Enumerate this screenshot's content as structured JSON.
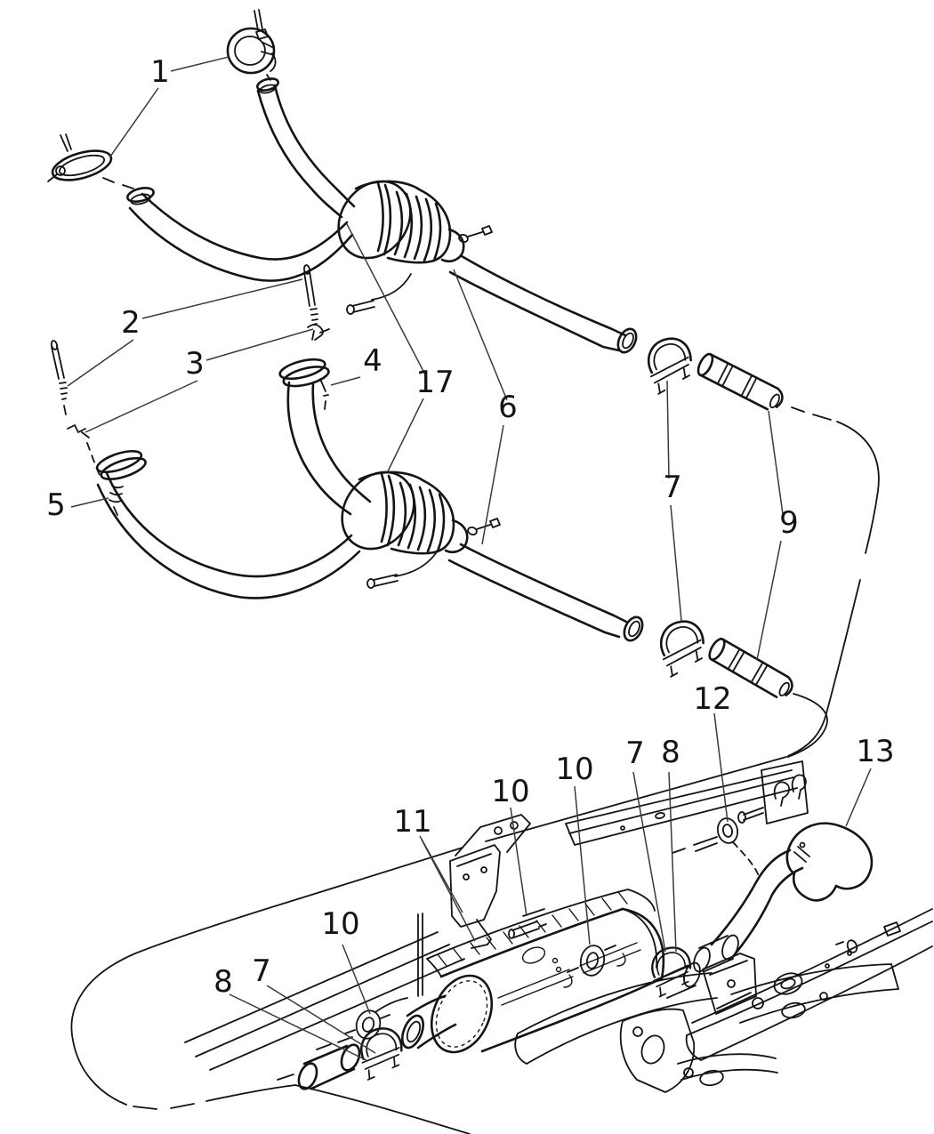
{
  "diagram": {
    "paper_color": "#ffffff",
    "ink_color": "#141414",
    "callouts": [
      {
        "label": "1"
      },
      {
        "label": "2"
      },
      {
        "label": "3"
      },
      {
        "label": "4"
      },
      {
        "label": "5"
      },
      {
        "label": "17"
      },
      {
        "label": "6"
      },
      {
        "label": "7"
      },
      {
        "label": "9"
      },
      {
        "label": "12"
      },
      {
        "label": "7"
      },
      {
        "label": "8"
      },
      {
        "label": "10"
      },
      {
        "label": "10"
      },
      {
        "label": "13"
      },
      {
        "label": "11"
      },
      {
        "label": "10"
      },
      {
        "label": "8"
      },
      {
        "label": "7"
      }
    ]
  }
}
